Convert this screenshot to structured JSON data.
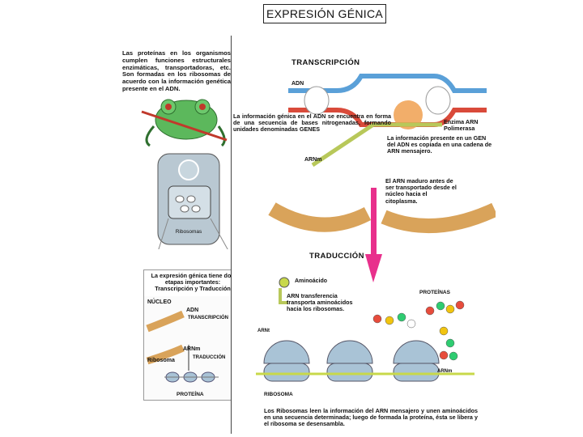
{
  "title": "EXPRESIÓN GÉNICA",
  "intro_text": "Las proteínas en los organismos cumplen funciones estructurales enzimáticas, transportadoras, etc. Son formadas en los ribosomas de acuerdo con la información genética presente en el ADN.",
  "cell_label": "Ribosomas",
  "left_box": {
    "heading": "La expresión génica tiene dos etapas importantes: Transcripción y Traducción",
    "nucleo": "NÚCLEO",
    "adn": "ADN",
    "transcripcion": "TRANSCRIPCIÓN",
    "arnm": "ARNm",
    "traduccion": "TRADUCCIÓN",
    "ribosoma": "Ribosoma",
    "proteina": "PROTEÍNA"
  },
  "transcripcion": {
    "heading": "TRANSCRIPCIÓN",
    "adn": "ADN",
    "info_adn": "La información génica en el ADN se encuentra en forma de una secuencia de bases nitrogenadas, formando unidades denominadas GENES",
    "enzima": "Enzima ARN Polimerasa",
    "info_gen": "La información presente en un GEN del ADN es copiada en una cadena de ARN mensajero.",
    "arnm": "ARNm",
    "transport": "El ARN maduro antes de ser transportado desde el núcleo hacia el citoplasma."
  },
  "traduccion": {
    "heading": "TRADUCCIÓN",
    "aminoacido": "Aminoácido",
    "arnt_text": "ARN transferencia transporta aminoácidos hacia los ribosomas.",
    "proteinas": "PROTEÍNAS",
    "arnt": "ARNt",
    "arnm": "ARNm",
    "ribosoma": "RIBOSOMA",
    "caption": "Los Ribosomas leen la información del ARN mensajero y unen aminoácidos en una secuencia determinada; luego de formada la proteína, ésta se libera y el ribosoma se desensambla."
  },
  "colors": {
    "dna_blue": "#5aa0d8",
    "dna_red": "#d94a3a",
    "mrna_green": "#b8c85a",
    "polymerase": "#f0a050",
    "membrane": "#d9a35a",
    "arrow": "#e8308c",
    "ribosome": "#a9c3d6",
    "frog": "#5cb85c"
  }
}
